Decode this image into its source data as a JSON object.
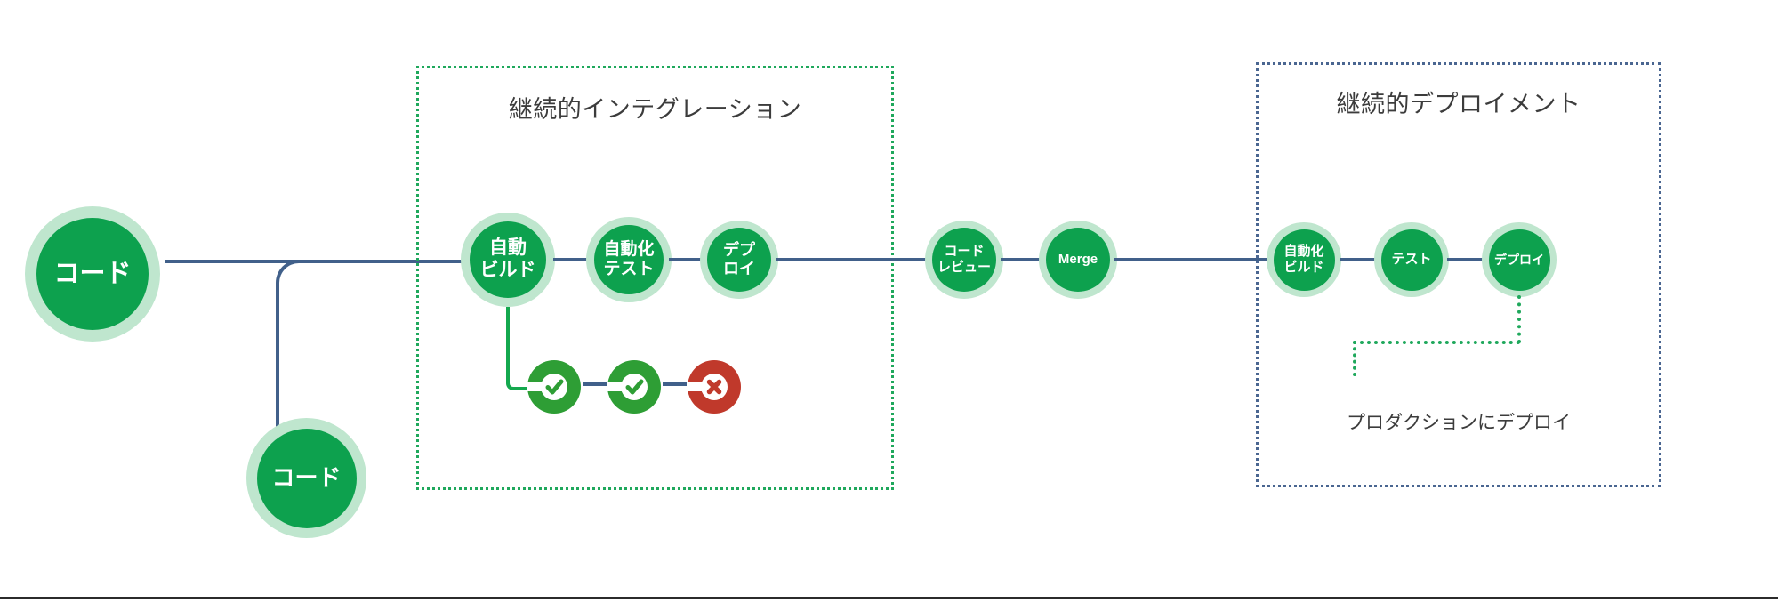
{
  "diagram": {
    "title_hidden": "CI/CD パイプライン図",
    "colors": {
      "node_core": "#0DA14E",
      "node_halo": "#BFE6CE",
      "connector": "#41608A",
      "ci_border": "#1FA85C",
      "cd_border": "#4A6691",
      "success": "#2E9E35",
      "failure": "#C0392B",
      "text_dark": "#3c3c3c",
      "background": "#ffffff"
    }
  },
  "source_nodes": [
    {
      "id": "code-primary",
      "label": "コード",
      "size": "large"
    },
    {
      "id": "code-secondary",
      "label": "コード",
      "size": "medium"
    }
  ],
  "groups": {
    "ci": {
      "title": "継続的インテグレーション",
      "border_style": "dotted",
      "border_color": "#1FA85C",
      "nodes": [
        {
          "id": "ci-auto-build",
          "lines": [
            "自動",
            "ビルド"
          ]
        },
        {
          "id": "ci-auto-test",
          "lines": [
            "自動化",
            "テスト"
          ]
        },
        {
          "id": "ci-deploy",
          "lines": [
            "デプ",
            "ロイ"
          ]
        }
      ],
      "status_icons": [
        {
          "id": "status-1",
          "type": "success",
          "glyph": "check"
        },
        {
          "id": "status-2",
          "type": "success",
          "glyph": "check"
        },
        {
          "id": "status-3",
          "type": "failure",
          "glyph": "cross"
        }
      ]
    },
    "cd": {
      "title": "継続的デプロイメント",
      "border_style": "dotted",
      "border_color": "#4A6691",
      "nodes": [
        {
          "id": "cd-auto-build",
          "lines": [
            "自動化",
            "ビルド"
          ]
        },
        {
          "id": "cd-test",
          "lines": [
            "テスト"
          ]
        },
        {
          "id": "cd-deploy",
          "lines": [
            "デプロイ"
          ]
        }
      ],
      "caption": "プロダクションにデプロイ"
    }
  },
  "middle_nodes": [
    {
      "id": "code-review",
      "lines": [
        "コード",
        "レビュー"
      ]
    },
    {
      "id": "merge",
      "lines": [
        "Merge"
      ]
    }
  ]
}
